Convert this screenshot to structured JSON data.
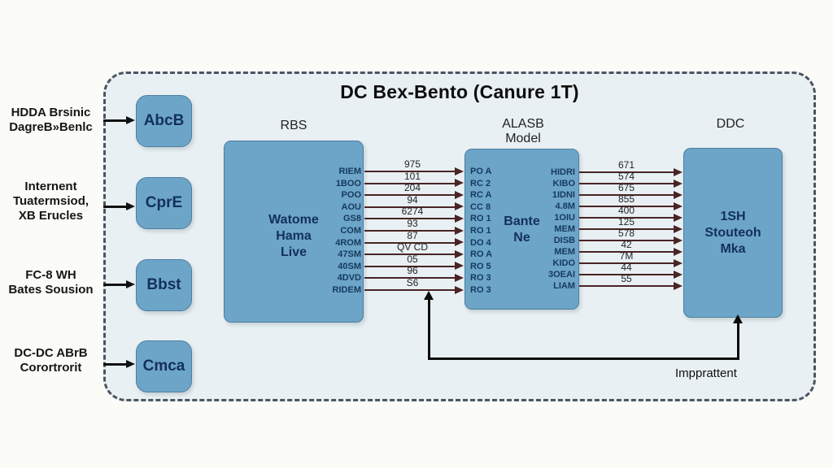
{
  "title": "DC Bex-Bento (Canure 1T)",
  "colors": {
    "box_fill": "#6ca5c8",
    "box_border": "#4d7ea1",
    "panel_fill": "#e8f0f3",
    "panel_border": "#4b5560",
    "flow_arrow": "#4a2323",
    "feedback_arrow": "#0c0c0c",
    "label_navy": "#16395e"
  },
  "left_items": [
    {
      "lines": [
        "HDDA Brsinic",
        "DagreB»Benlc"
      ],
      "box": "AbcB"
    },
    {
      "lines": [
        "Internent",
        "Tuatermsiod,",
        "XB Erucles"
      ],
      "box": "CprE"
    },
    {
      "lines": [
        "FC-8 WH",
        "Bates Sousion"
      ],
      "box": "Bbst"
    },
    {
      "lines": [
        "DC-DC ABrB",
        "Corortrorit"
      ],
      "box": "Cmca"
    }
  ],
  "stages": {
    "rbs": {
      "header": "RBS",
      "box_lines": [
        "Watome",
        "Hama",
        "Live"
      ]
    },
    "alasb": {
      "header_lines": [
        "ALASB",
        "Model"
      ],
      "box_lines": [
        "Bante",
        "Ne"
      ]
    },
    "ddc": {
      "header": "DDC",
      "box_lines": [
        "1SH",
        "Stouteoh",
        "Mka"
      ]
    }
  },
  "stage1_rows": [
    {
      "from": "RIEM",
      "value": "975",
      "to": "PO A"
    },
    {
      "from": "1BOO",
      "value": "101",
      "to": "RC 2"
    },
    {
      "from": "POO",
      "value": "204",
      "to": "RC A"
    },
    {
      "from": "AOU",
      "value": "94",
      "to": "CC 8"
    },
    {
      "from": "GS8",
      "value": "6274",
      "to": "RO 1"
    },
    {
      "from": "COM",
      "value": "93",
      "to": "RO 1"
    },
    {
      "from": "4ROM",
      "value": "87",
      "to": "DO 4"
    },
    {
      "from": "47SM",
      "value": "QV CD",
      "to": "RO A"
    },
    {
      "from": "40SM",
      "value": "05",
      "to": "RO 5"
    },
    {
      "from": "4DVD",
      "value": "96",
      "to": "RO 3"
    },
    {
      "from": "RIDEM",
      "value": "S6",
      "to": "RO 3"
    }
  ],
  "stage2_rows": [
    {
      "from": "HIDRI",
      "value": "671"
    },
    {
      "from": "KIBO",
      "value": "574"
    },
    {
      "from": "1IDNI",
      "value": "675"
    },
    {
      "from": "4.8M",
      "value": "855"
    },
    {
      "from": "1OIU",
      "value": "400"
    },
    {
      "from": "MEM",
      "value": "125"
    },
    {
      "from": "DISB",
      "value": "578"
    },
    {
      "from": "MEM",
      "value": "42"
    },
    {
      "from": "KIDO",
      "value": "7M"
    },
    {
      "from": "3OEAI",
      "value": "44"
    },
    {
      "from": "LIAM",
      "value": "55"
    }
  ],
  "feedback_label": "Impprattent"
}
